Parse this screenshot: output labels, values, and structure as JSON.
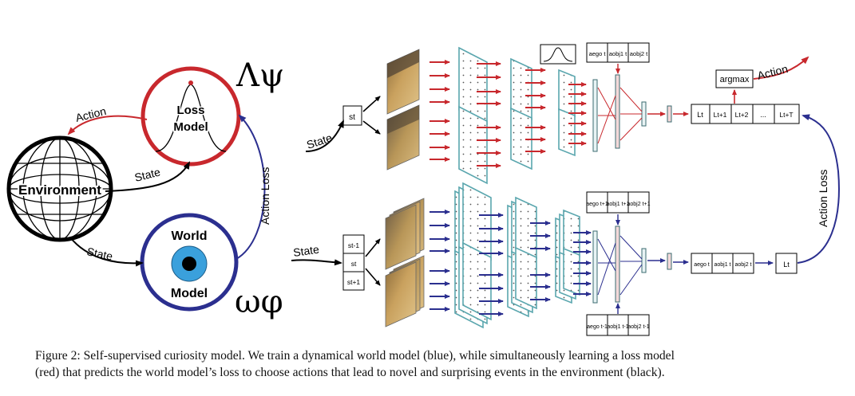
{
  "left_panel": {
    "environment_label": "Environment",
    "loss_model_line1": "Loss",
    "loss_model_line2": "Model",
    "world_model_line1": "World",
    "world_model_line2": "Model",
    "lambda_symbol": "Λψ",
    "omega_symbol": "ωφ",
    "action_label": "Action",
    "state_to_loss_label": "State",
    "state_to_world_label": "State",
    "action_loss_label": "Action Loss"
  },
  "top_network": {
    "input_state": "st",
    "state_label": "State",
    "action_outputs": [
      "aego t",
      "aobj1 t",
      "aobj2 t"
    ],
    "loss_cells": [
      "Lt",
      "Lt+1",
      "Lt+2",
      "...",
      "Lt+T"
    ],
    "argmax_label": "argmax",
    "action_label": "Action"
  },
  "bottom_network": {
    "input_states": [
      "st-1",
      "st",
      "st+1"
    ],
    "state_label": "State",
    "actions_next": [
      "aego t+1",
      "aobj1 t+1",
      "aobj2 t+1"
    ],
    "actions_prev": [
      "aego t-1",
      "aobj1 t-1",
      "aobj2 t-1"
    ],
    "actions_current": [
      "aego t",
      "aobj1 t",
      "aobj2 t"
    ],
    "loss_cell": "Lt",
    "action_loss_label": "Action Loss"
  },
  "colors": {
    "loss_red": "#c8282d",
    "world_blue": "#2b2f8f",
    "eye_blue": "#3aa0dc",
    "layer_edge": "#5aa6ae"
  },
  "caption": {
    "line1": "Figure 2: Self-supervised curiosity model. We train a dynamical world model (blue), while simultaneously learning a loss model",
    "line2": "(red) that predicts the world model’s loss to choose actions that lead to novel and surprising events in the environment (black)."
  }
}
